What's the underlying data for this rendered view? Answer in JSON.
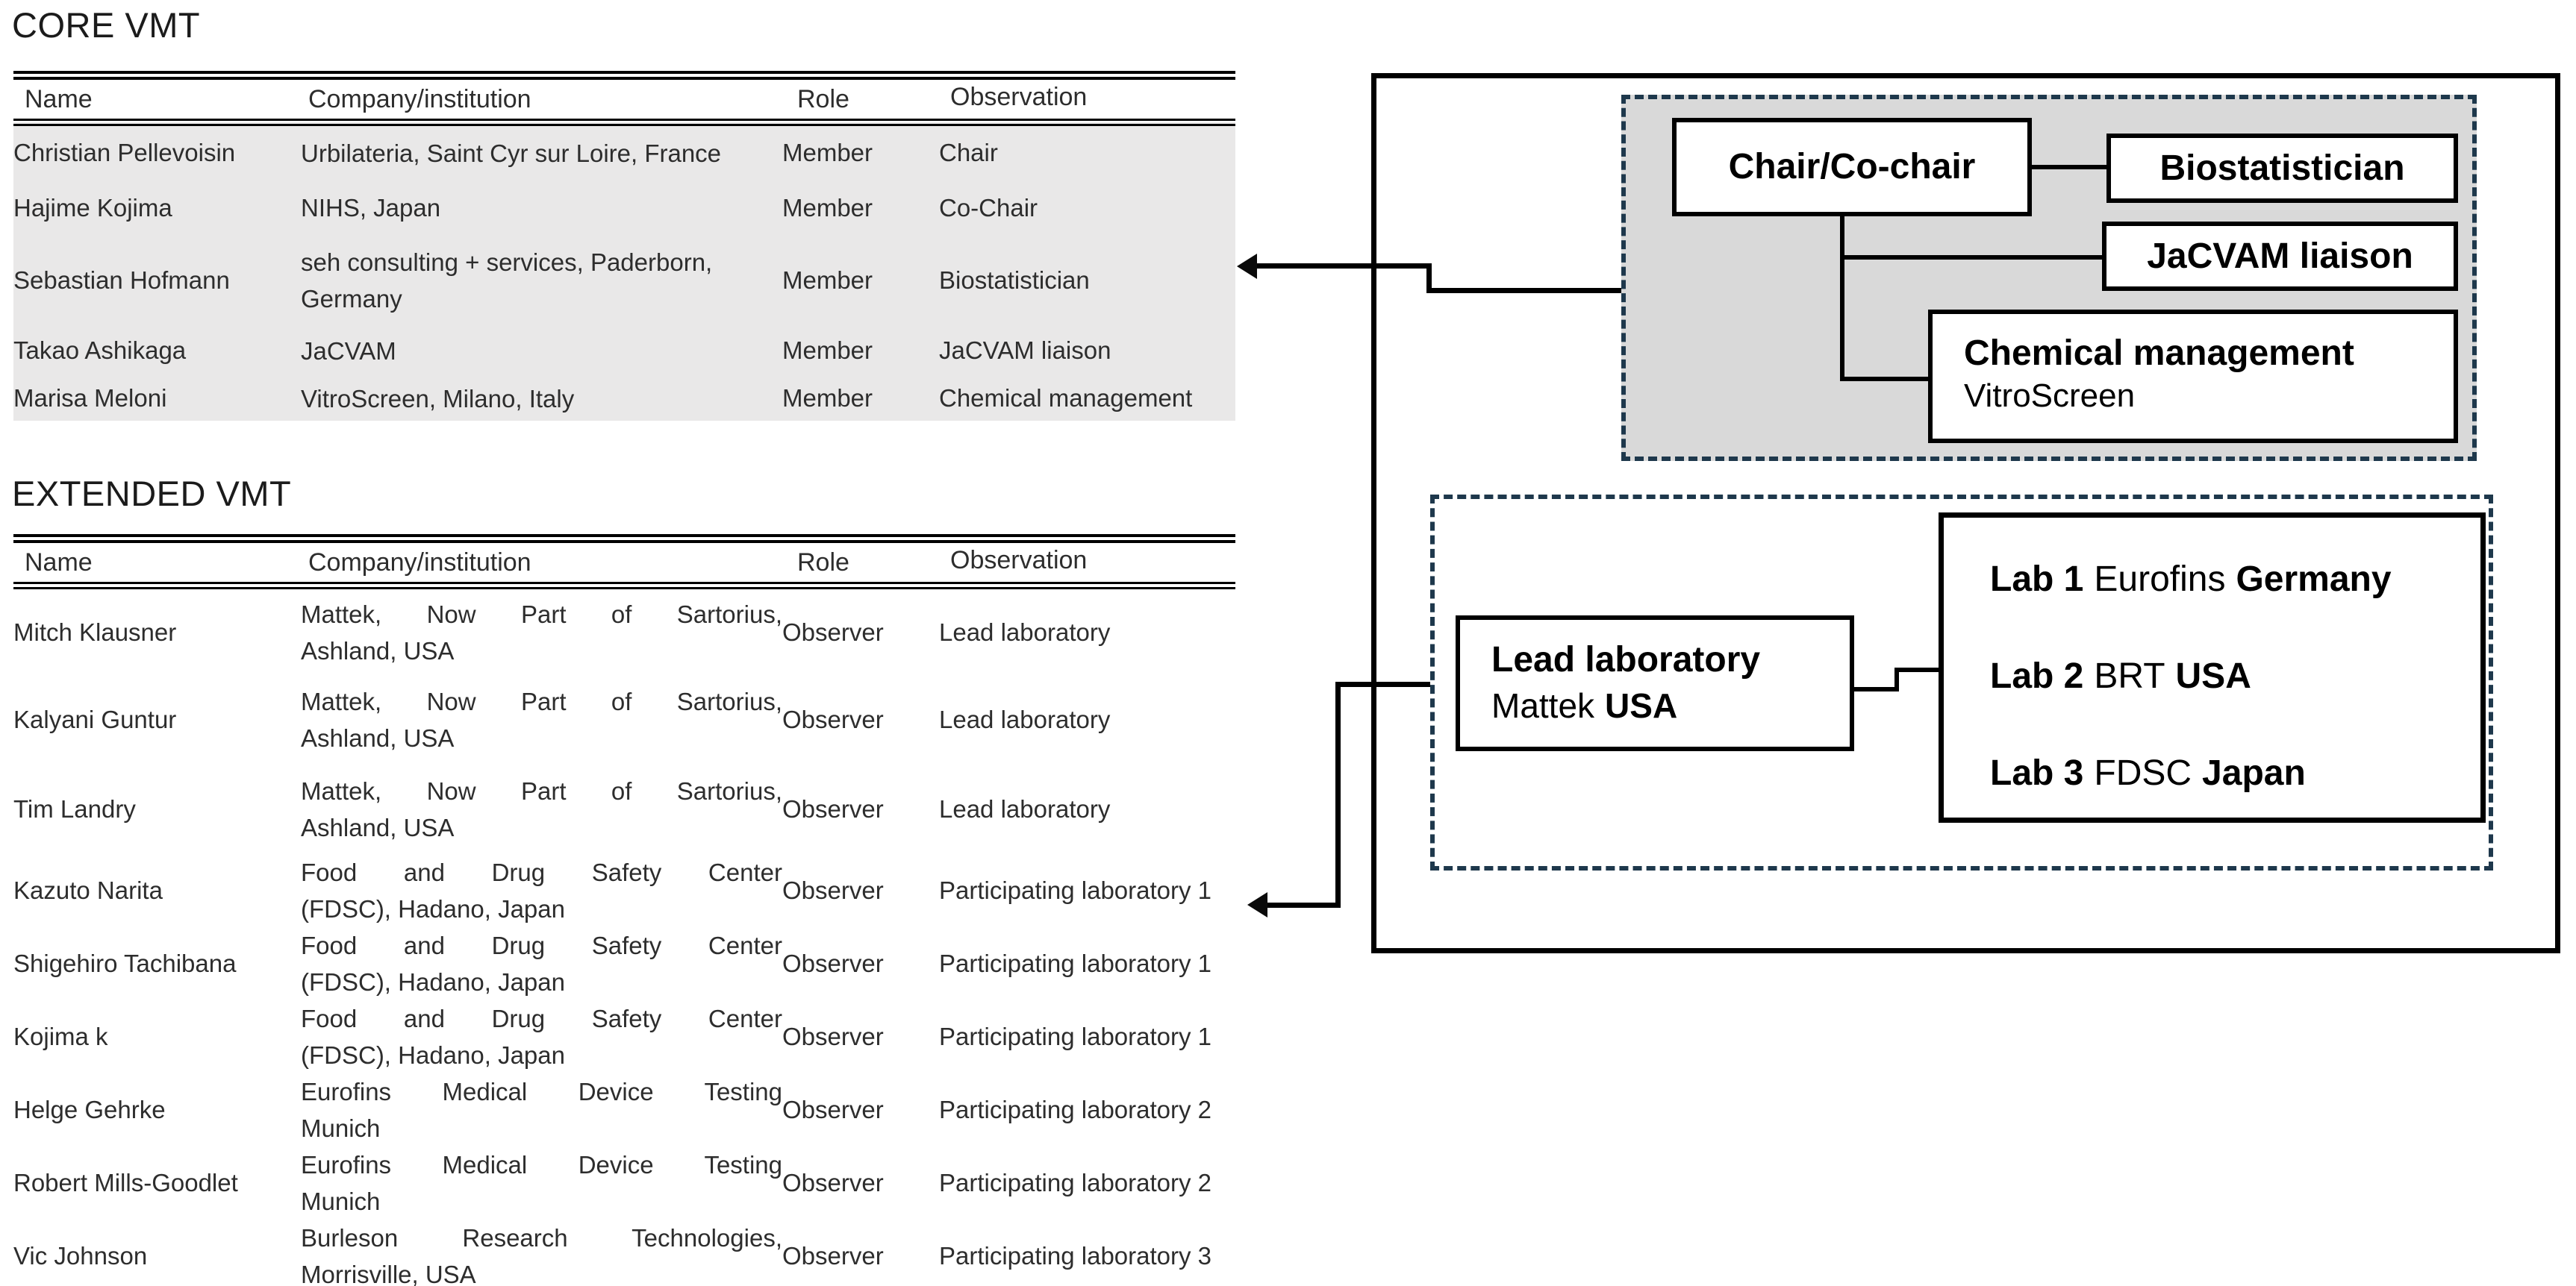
{
  "core_vmt": {
    "title": "CORE VMT",
    "columns": [
      "Name",
      "Company/institution",
      "Role",
      "Observation"
    ],
    "rows": [
      {
        "name": "Christian Pellevoisin",
        "company_lines": [
          "Urbilateria, Saint Cyr sur Loire, France"
        ],
        "role": "Member",
        "observation": "Chair"
      },
      {
        "name": "Hajime Kojima",
        "company_lines": [
          "NIHS, Japan"
        ],
        "role": "Member",
        "observation": "Co-Chair"
      },
      {
        "name": "Sebastian Hofmann",
        "company_lines": [
          "seh consulting + services, Paderborn,",
          "Germany"
        ],
        "role": "Member",
        "observation": "Biostatistician"
      },
      {
        "name": "Takao Ashikaga",
        "company_lines": [
          "JaCVAM"
        ],
        "role": "Member",
        "observation": "JaCVAM liaison"
      },
      {
        "name": "Marisa Meloni",
        "company_lines": [
          "VitroScreen, Milano, Italy"
        ],
        "role": "Member",
        "observation": "Chemical management"
      }
    ]
  },
  "extended_vmt": {
    "title": "EXTENDED VMT",
    "columns": [
      "Name",
      "Company/institution",
      "Role",
      "Observation"
    ],
    "rows": [
      {
        "name": "Mitch Klausner",
        "company_lines": [
          "Mattek, Now Part of Sartorius,",
          "Ashland, USA"
        ],
        "role": "Observer",
        "observation": "Lead laboratory"
      },
      {
        "name": "Kalyani Guntur",
        "company_lines": [
          "Mattek, Now Part of Sartorius,",
          "Ashland, USA"
        ],
        "role": "Observer",
        "observation": "Lead laboratory"
      },
      {
        "name": "Tim Landry",
        "company_lines": [
          "Mattek, Now Part of Sartorius,",
          "Ashland, USA"
        ],
        "role": "Observer",
        "observation": "Lead laboratory"
      },
      {
        "name": "Kazuto Narita",
        "company_lines": [
          "Food and Drug Safety Center",
          "(FDSC), Hadano, Japan"
        ],
        "role": "Observer",
        "observation": "Participating laboratory 1"
      },
      {
        "name": "Shigehiro Tachibana",
        "company_lines": [
          "Food and Drug Safety Center",
          "(FDSC), Hadano, Japan"
        ],
        "role": "Observer",
        "observation": "Participating laboratory 1"
      },
      {
        "name": "Kojima k",
        "company_lines": [
          "Food and Drug Safety Center",
          "(FDSC), Hadano, Japan"
        ],
        "role": "Observer",
        "observation": "Participating laboratory 1"
      },
      {
        "name": "Helge Gehrke",
        "company_lines": [
          "Eurofins Medical Device Testing",
          "Munich"
        ],
        "role": "Observer",
        "observation": "Participating laboratory 2"
      },
      {
        "name": "Robert Mills-Goodlet",
        "company_lines": [
          "Eurofins Medical Device Testing",
          "Munich"
        ],
        "role": "Observer",
        "observation": "Participating laboratory 2"
      },
      {
        "name": "Vic Johnson",
        "company_lines": [
          "Burleson Research Technologies,",
          "Morrisville, USA"
        ],
        "role": "Observer",
        "observation": "Participating laboratory 3"
      }
    ]
  },
  "diagram": {
    "chair_box": "Chair/Co-chair",
    "biostatistician_box": "Biostatistician",
    "jacvam_box": "JaCVAM liaison",
    "chemical_box": {
      "line1": "Chemical management",
      "line2": "VitroScreen"
    },
    "lead_laboratory_box": {
      "line1": "Lead laboratory",
      "line2_name": "Mattek",
      "line2_country": "USA"
    },
    "labs": [
      {
        "label": "Lab 1",
        "name": "Eurofins",
        "country": "Germany"
      },
      {
        "label": "Lab 2",
        "name": "BRT",
        "country": "USA"
      },
      {
        "label": "Lab 3",
        "name": "FDSC",
        "country": "Japan"
      }
    ],
    "colors": {
      "dashed_border": "#1e384c",
      "core_panel_gray": "#d9d9d9",
      "table_row_gray": "#e9e8e8"
    }
  }
}
